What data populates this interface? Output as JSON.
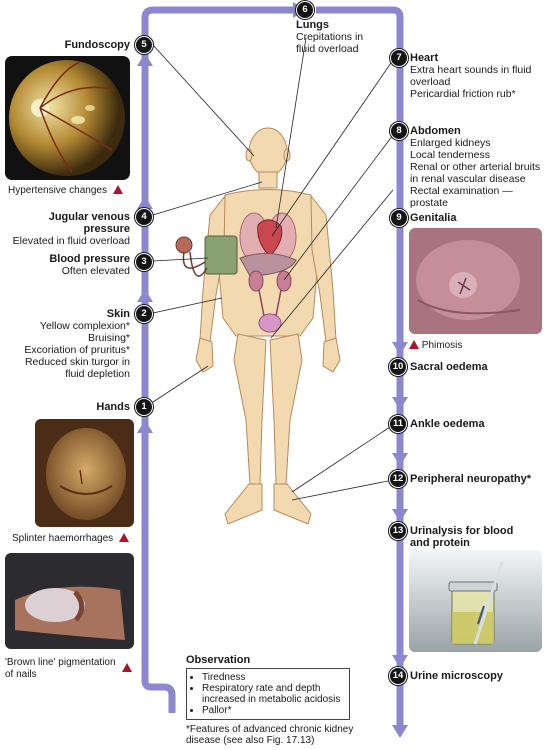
{
  "steps": [
    {
      "n": "1",
      "title": "Hands",
      "lines": []
    },
    {
      "n": "2",
      "title": "Skin",
      "lines": [
        "Yellow complexion*",
        "Bruising*",
        "Excoriation of pruritus*",
        "Reduced skin turgor in",
        "fluid depletion"
      ]
    },
    {
      "n": "3",
      "title": "Blood pressure",
      "lines": [
        "Often elevated"
      ]
    },
    {
      "n": "4",
      "title": "Jugular venous pressure",
      "lines": [
        "Elevated in fluid overload"
      ]
    },
    {
      "n": "5",
      "title": "Fundoscopy",
      "lines": []
    },
    {
      "n": "6",
      "title": "Lungs",
      "lines": [
        "Crepitations in",
        "fluid overload"
      ]
    },
    {
      "n": "7",
      "title": "Heart",
      "lines": [
        "Extra heart sounds in fluid",
        "overload",
        "Pericardial friction rub*"
      ]
    },
    {
      "n": "8",
      "title": "Abdomen",
      "lines": [
        "Enlarged kidneys",
        "Local tenderness",
        "Renal or other arterial bruits",
        "in renal vascular disease",
        "Rectal examination — prostate"
      ]
    },
    {
      "n": "9",
      "title": "Genitalia",
      "lines": []
    },
    {
      "n": "10",
      "title": "Sacral oedema",
      "lines": []
    },
    {
      "n": "11",
      "title": "Ankle oedema",
      "lines": []
    },
    {
      "n": "12",
      "title": "Peripheral neuropathy*",
      "lines": []
    },
    {
      "n": "13",
      "title": "Urinalysis for blood",
      "lines": [
        "and protein"
      ]
    },
    {
      "n": "14",
      "title": "Urine microscopy",
      "lines": []
    }
  ],
  "captions": {
    "fundus": "Hypertensive changes",
    "phimosis": "Phimosis",
    "splinter": "Splinter haemorrhages",
    "brownline": "'Brown line' pigmentation of nails"
  },
  "observation": {
    "title": "Observation",
    "items": [
      "Tiredness",
      "Respiratory rate and depth increased in metabolic acidosis",
      "Pallor*"
    ]
  },
  "footnote": "*Features of advanced chronic kidney disease (see also Fig. 17.13)",
  "colors": {
    "arrow": "#8c87cf",
    "skin": "#f3d9b0",
    "badge": "#151515",
    "marker": "#b0122a"
  }
}
